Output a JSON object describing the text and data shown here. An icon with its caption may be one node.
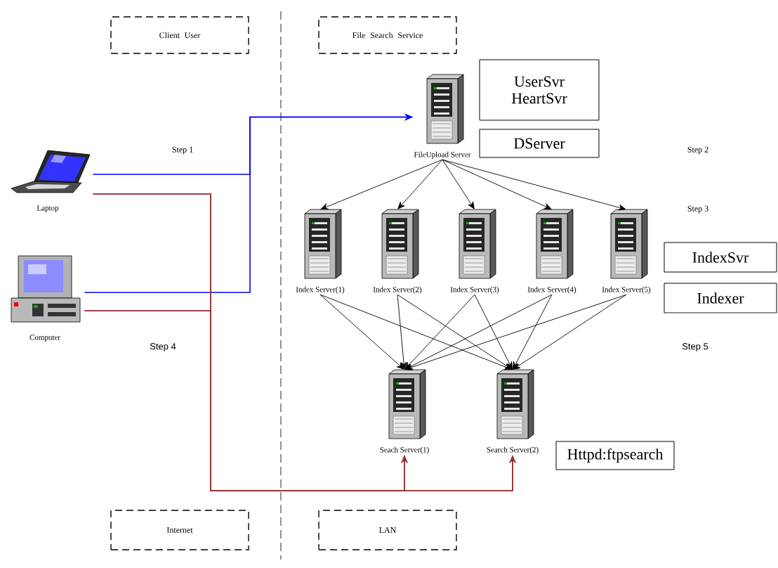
{
  "diagram": {
    "nodes": [
      {
        "text": [
          "Client User"
        ]
      },
      {
        "text": [
          "File Search Service"
        ]
      },
      {
        "text": [],
        "shape": "picture",
        "beside": [
          "FileUpload Server"
        ]
      },
      {
        "text": [
          "UserSvr HeartSvr"
        ]
      },
      {
        "text": [],
        "shape": "picture",
        "beside": [
          "Laptop"
        ]
      },
      {
        "text": [
          "DServer"
        ]
      },
      {
        "text": [],
        "shape": "picture",
        "beside": [
          "Index Server(1)"
        ]
      },
      {
        "text": [],
        "shape": "picture",
        "beside": [
          "Index Server(2)"
        ]
      },
      {
        "text": [],
        "shape": "picture",
        "beside": [
          "Index Server(3)"
        ]
      },
      {
        "text": [],
        "shape": "picture",
        "beside": [
          "Index Server(4)"
        ]
      },
      {
        "text": [],
        "shape": "picture",
        "beside": [
          "Index Server(5)"
        ]
      },
      {
        "text": [
          "IndexSvr"
        ]
      },
      {
        "text": [
          "Indexer"
        ]
      },
      {
        "text": [],
        "shape": "picture",
        "beside": [
          "Computer"
        ]
      },
      {
        "text": [],
        "shape": "picture",
        "beside": [
          "Seach Server(1)"
        ]
      },
      {
        "text": [],
        "shape": "picture",
        "beside": [
          "Search Server(2)"
        ]
      },
      {
        "text": [
          "Httpd:ftpsearch"
        ]
      },
      {
        "text": [
          "Internet"
        ]
      },
      {
        "text": [
          "LAN"
        ]
      }
    ],
    "edges": [
      {
        "from": 4,
        "to": 2,
        "arrow": "to",
        "color": "#0000ff"
      },
      {
        "from": 13,
        "to": 2,
        "arrow": "to",
        "color": "#0000ff"
      },
      {
        "from": 2,
        "to": 6,
        "arrow": "to"
      },
      {
        "from": 2,
        "to": 7,
        "arrow": "to"
      },
      {
        "from": 2,
        "to": 8,
        "arrow": "to"
      },
      {
        "from": 2,
        "to": 9,
        "arrow": "to"
      },
      {
        "from": 2,
        "to": 10,
        "arrow": "to"
      },
      {
        "from": 6,
        "to": 14,
        "arrow": "to"
      },
      {
        "from": 6,
        "to": 15,
        "arrow": "to"
      },
      {
        "from": 7,
        "to": 14,
        "arrow": "to"
      },
      {
        "from": 7,
        "to": 15,
        "arrow": "to"
      },
      {
        "from": 8,
        "to": 14,
        "arrow": "to"
      },
      {
        "from": 8,
        "to": 15,
        "arrow": "to"
      },
      {
        "from": 9,
        "to": 14,
        "arrow": "to"
      },
      {
        "from": 9,
        "to": 15,
        "arrow": "to"
      },
      {
        "from": 10,
        "to": 14,
        "arrow": "to"
      },
      {
        "from": 10,
        "to": 15,
        "arrow": "to"
      },
      {
        "from": 4,
        "to": 14,
        "arrow": "to",
        "color": "#993333"
      },
      {
        "from": 4,
        "to": 15,
        "arrow": "to",
        "color": "#993333"
      },
      {
        "from": 13,
        "to": 14,
        "arrow": "to",
        "color": "#993333"
      },
      {
        "from": 13,
        "to": 15,
        "arrow": "to",
        "color": "#993333"
      }
    ],
    "labels": [
      "Step 1",
      "Step 2",
      "Step 3",
      "Step 4",
      "Step 5"
    ]
  }
}
